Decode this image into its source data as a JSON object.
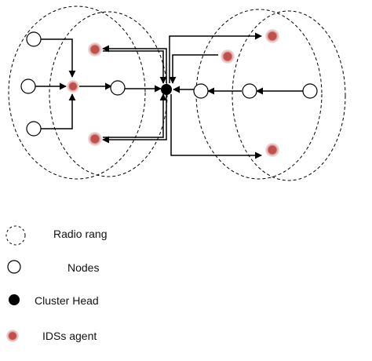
{
  "diagram": {
    "colors": {
      "line": "#000000",
      "node_fill": "#ffffff",
      "agent_ring": "#d8d8d8",
      "agent_core": "#c0504d",
      "cluster_head": "#000000"
    }
  },
  "legend": {
    "radio_range": {
      "label": "Radio rang",
      "icon": "dashed-circle-icon"
    },
    "nodes": {
      "label": "Nodes",
      "icon": "hollow-circle-icon"
    },
    "cluster_head": {
      "label": "Cluster Head",
      "icon": "filled-black-dot-icon"
    },
    "ids_agent": {
      "label": "IDSs agent",
      "icon": "red-dot-icon"
    }
  }
}
